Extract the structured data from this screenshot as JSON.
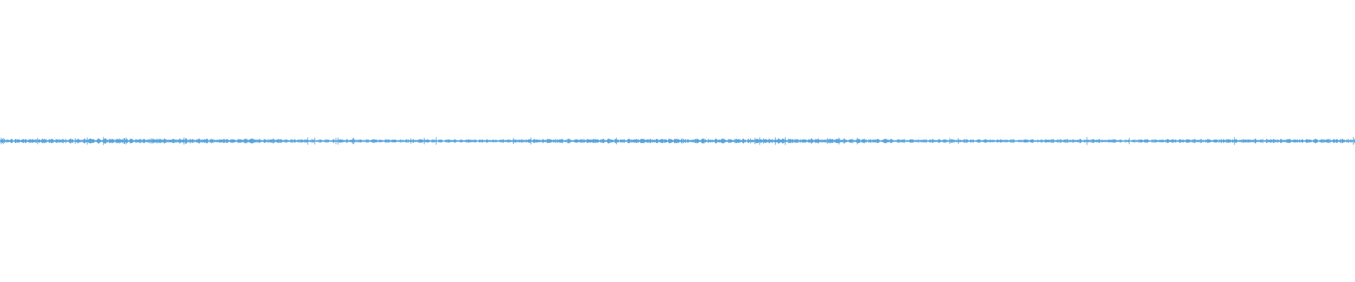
{
  "waveform": {
    "color": "#5aa6dc",
    "amplitude_scale": 1.0,
    "bar_count": 1918,
    "seed": 7,
    "envelope": [
      0.55,
      0.62,
      0.58,
      0.7,
      0.66,
      0.72,
      0.6,
      0.64,
      0.5,
      0.46,
      0.52,
      0.48,
      0.44,
      0.5,
      0.56,
      0.6,
      0.58,
      0.62,
      0.64,
      0.6,
      0.66,
      0.68,
      0.62,
      0.54,
      0.5,
      0.48,
      0.46,
      0.5,
      0.52,
      0.48,
      0.5,
      0.54,
      0.6,
      0.58,
      0.56,
      0.6
    ]
  }
}
